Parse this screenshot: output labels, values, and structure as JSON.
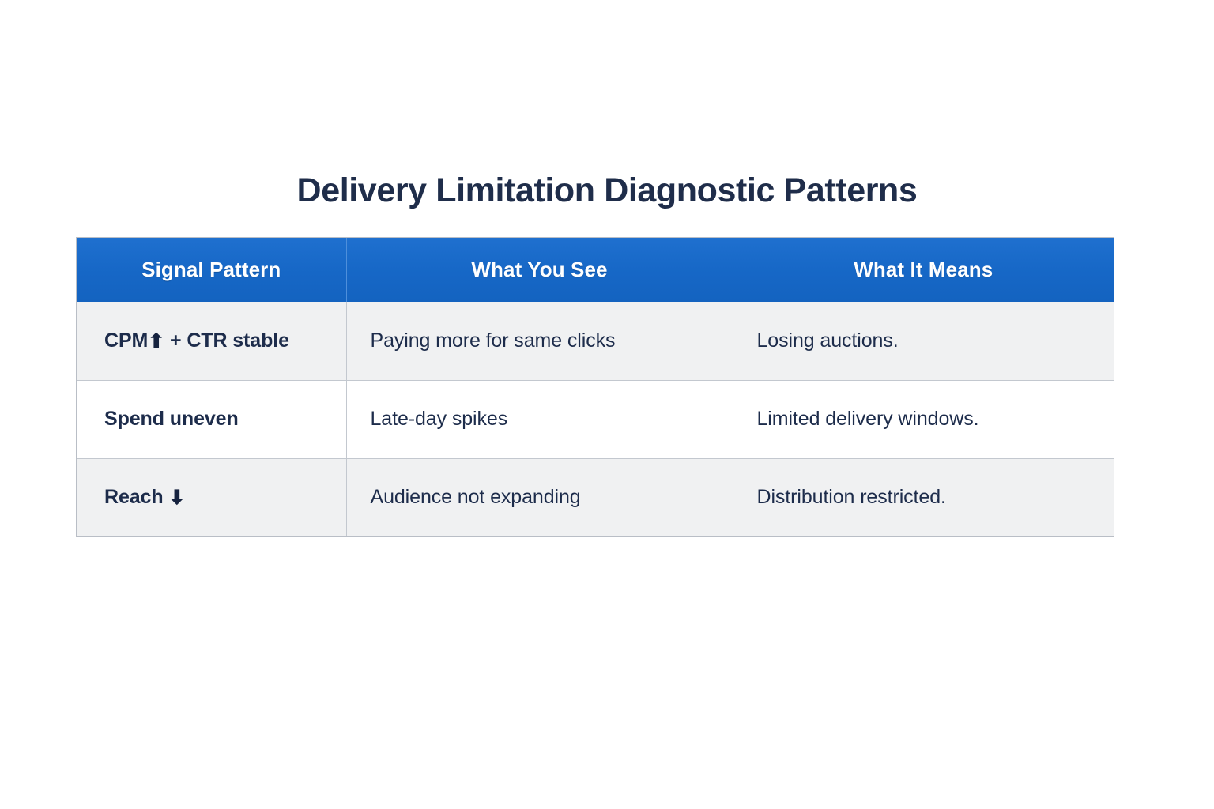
{
  "page": {
    "title": "Delivery Limitation Diagnostic Patterns",
    "background_color": "#ffffff",
    "title_color": "#1f2d4a"
  },
  "table": {
    "header_background": "#1667c6",
    "header_text_color": "#ffffff",
    "row_alt_background": "#f0f1f2",
    "row_background": "#ffffff",
    "border_color": "#c3c8cf",
    "body_text_color": "#1d2c4b",
    "columns": [
      {
        "key": "signal_pattern",
        "label": "Signal Pattern"
      },
      {
        "key": "what_you_see",
        "label": "What You See"
      },
      {
        "key": "what_it_means",
        "label": "What It Means"
      }
    ],
    "rows": [
      {
        "signal_label": "CPM",
        "signal_icon": "arrow-up-icon",
        "signal_glyph": "⬆",
        "signal_suffix": "+ CTR stable",
        "what_you_see": "Paying more for same clicks",
        "what_it_means": "Losing auctions."
      },
      {
        "signal_label": "Spend uneven",
        "signal_icon": "",
        "signal_glyph": "",
        "signal_suffix": "",
        "what_you_see": "Late-day spikes",
        "what_it_means": "Limited delivery windows."
      },
      {
        "signal_label": "Reach",
        "signal_icon": "arrow-down-icon",
        "signal_glyph": "⬇",
        "signal_suffix": "",
        "what_you_see": "Audience not expanding",
        "what_it_means": "Distribution restricted."
      }
    ]
  }
}
